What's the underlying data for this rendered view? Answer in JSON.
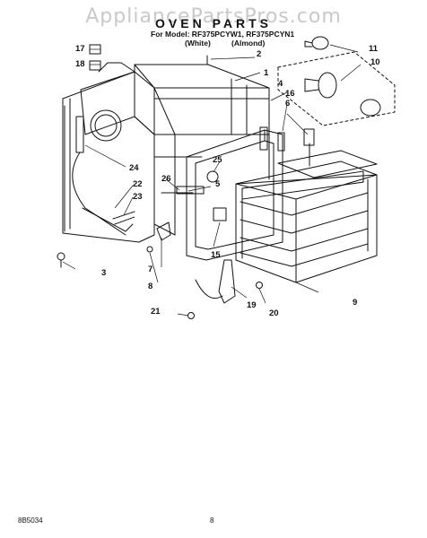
{
  "watermark": "AppliancePartsPros.com",
  "title": "OVEN PARTS",
  "model_line": "For Model: RF375PCYW1, RF375PCYN1",
  "variants": [
    "(White)",
    "(Almond)"
  ],
  "callouts": [
    "1",
    "2",
    "3",
    "4",
    "5",
    "6",
    "7",
    "8",
    "9",
    "10",
    "11",
    "15",
    "16",
    "17",
    "18",
    "19",
    "20",
    "21",
    "22",
    "23",
    "24",
    "25",
    "26"
  ],
  "footer": {
    "code": "8B5034",
    "page": "8"
  }
}
